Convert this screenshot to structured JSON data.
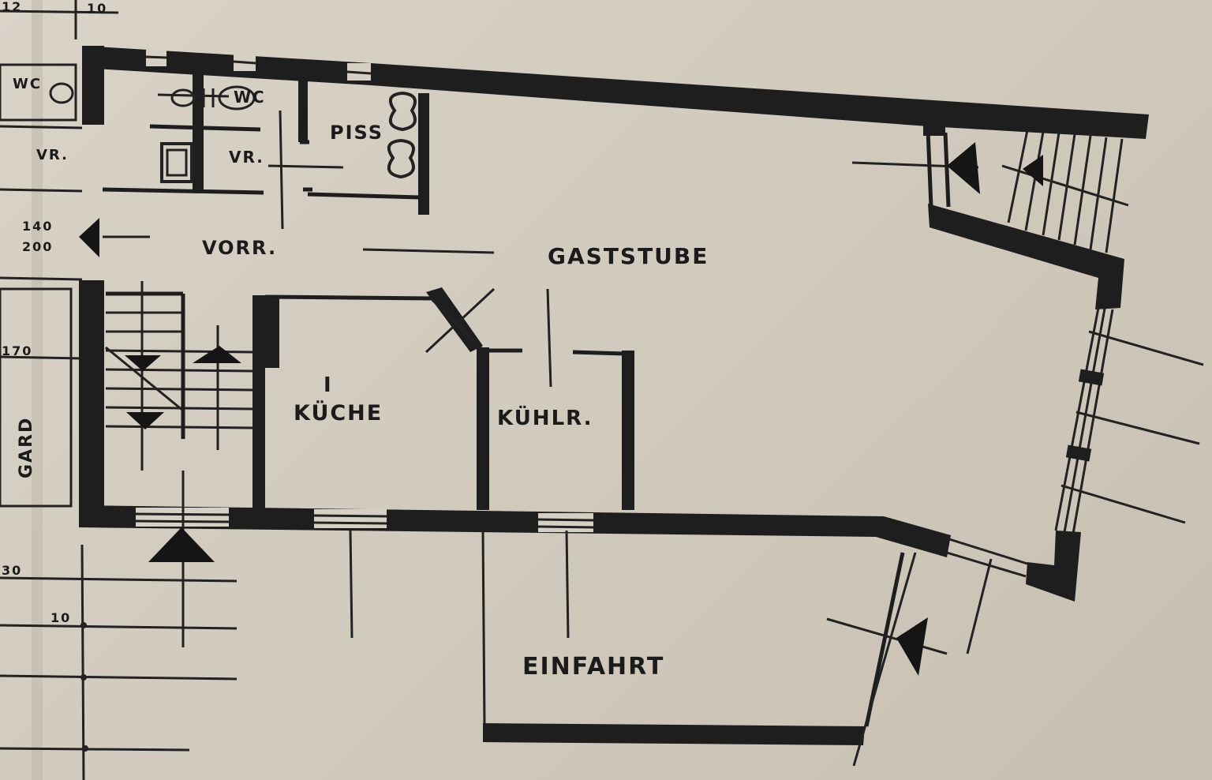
{
  "rooms": {
    "gaststube": "GASTSTUBE",
    "kueche": "KÜCHE",
    "kuehlr": "KÜHLR.",
    "einfahrt": "EINFAHRT",
    "vorr": "VORR.",
    "piss": "PISS",
    "wc_left": "WC",
    "wc_right": "WC",
    "vr_top": "VR.",
    "vr_left": "VR.",
    "gard": "GARD"
  },
  "dimensions": {
    "top_a": "12",
    "top_b": "10",
    "left_a": "140",
    "left_b": "200",
    "left_c": "170",
    "bottom_a": "30",
    "bottom_b": "10"
  },
  "kitchen_mark": "I"
}
